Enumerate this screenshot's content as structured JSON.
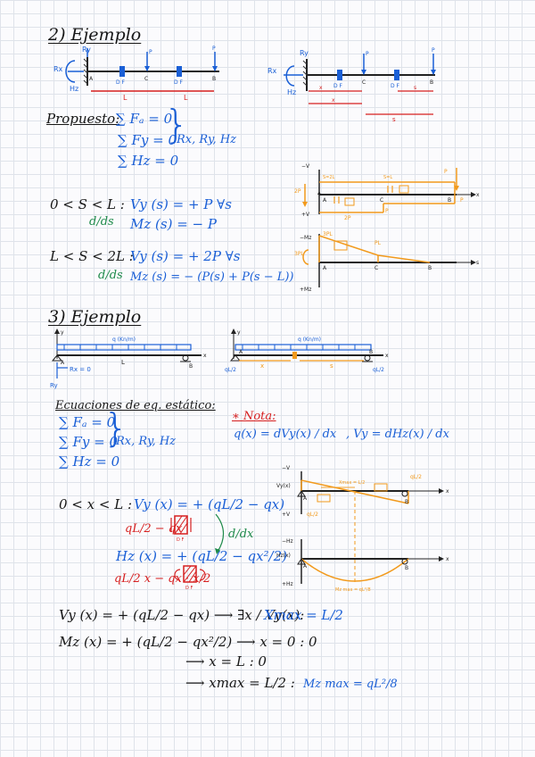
{
  "ex2": {
    "title": "2) Ejemplo",
    "fig1": {
      "rx": "Rx",
      "ry": "Ry",
      "hz": "Hz",
      "p": "P",
      "df1": "D F",
      "c": "C",
      "df2": "D F",
      "b": "B",
      "a": "A",
      "span": "L"
    },
    "fig2": {
      "rx": "Rx",
      "ry": "Ry",
      "hz": "Hz",
      "p": "P",
      "df1": "D F",
      "c": "C",
      "df2": "D F",
      "b": "B",
      "x1": "x",
      "x2": "x",
      "s1": "s",
      "s2": "s"
    },
    "propuesto": {
      "label": "Propuesto:",
      "eq1": "∑ Fₐ = 0",
      "eq2": "∑ Fy = 0",
      "eq3": "∑ Hz = 0",
      "unknowns": "Rx, Ry, Hz"
    },
    "case1": {
      "range": "0 < S < L :",
      "eq1": "Vy (s) = + P ∀s",
      "deriv": "d/ds",
      "eq2": "Mz (s) = − P"
    },
    "case2": {
      "range": "L < S < 2L :",
      "eq1": "Vy (s) = + 2P ∀s",
      "deriv": "d/ds",
      "eq2": "Mz (s) = − (P(s) + P(s − L))"
    },
    "diagram": {
      "neg_v": "−V",
      "pos_v": "+V",
      "s2l": "S=2L",
      "sl": "S=L",
      "two_p": "2P",
      "two_p_lbl": "2P",
      "a": "A",
      "c": "C",
      "b": "B",
      "p_top": "P",
      "p_right": "P",
      "p_lbl": "P",
      "x": "x",
      "s_arrow": "s",
      "neg_m": "−Mz",
      "pos_m": "+Mz",
      "three_pl": "3PL",
      "three_pl2": "3PL",
      "pl": "PL",
      "m_a": "A",
      "m_c": "C",
      "m_b": "B",
      "m_s": "s"
    }
  },
  "ex3": {
    "title": "3) Ejemplo",
    "fig1": {
      "load": "q (Kn/m)",
      "y": "y",
      "x": "x",
      "a": "A",
      "b": "B",
      "span": "L",
      "rx": "Rx = 0",
      "ry": "Ry"
    },
    "fig2": {
      "load": "q (Kn/m)",
      "y": "y",
      "x": "x",
      "a": "A",
      "b": "B",
      "ql2_l": "qL/2",
      "ql2_r": "qL/2",
      "xs": "x",
      "ss": "s"
    },
    "equil": {
      "heading": "Ecuaciones de eq. estático:",
      "eq1": "∑ Fₐ = 0",
      "eq2": "∑ Fy = 0",
      "eq3": "∑ Hz = 0",
      "unknowns": "Rx, Ry, Hz"
    },
    "nota": {
      "label": "∗ Nota:",
      "eq1": "q(x) = dVy(x) / dx",
      "eq2": ", Vy = dHz(x) / dx"
    },
    "case": {
      "range": "0 < x < L :",
      "vy": "Vy (x) = + (qL/2 − qx)",
      "red1": "qL/2 − qx",
      "mz": "Hz (x) = + (qL/2 − qx²/2)",
      "red2": "qL/2 x − qx · x/2",
      "deriv": "d/dx",
      "df": "D F",
      "df2": "D F"
    },
    "diagram": {
      "neg_v": "−V",
      "pos_v": "+V",
      "vy": "Vy(x)",
      "a": "A",
      "b": "B",
      "x": "x",
      "xmax": "Xmax = L/2",
      "ql2_top": "qL/2",
      "ql2_bot": "qL/2",
      "neg_m": "−Hz",
      "pos_m": "+Hz",
      "mz": "Hz(x)",
      "m_a": "A",
      "m_b": "B",
      "m_x": "x",
      "mmax": "Mz max = qL²/8"
    },
    "results": {
      "vy": "Vy (x) = + (qL/2 − qx) ⟶ ∃x / Vy(x):",
      "xmax": "Xmax = L/2",
      "mz": "Mz (x) = + (qL/2 − qx²/2) ⟶ x = 0 : 0",
      "r2": "⟶ x = L : 0",
      "r3a": "⟶ xmax = L/2 :",
      "r3b": "Mz max = qL²/8"
    }
  }
}
